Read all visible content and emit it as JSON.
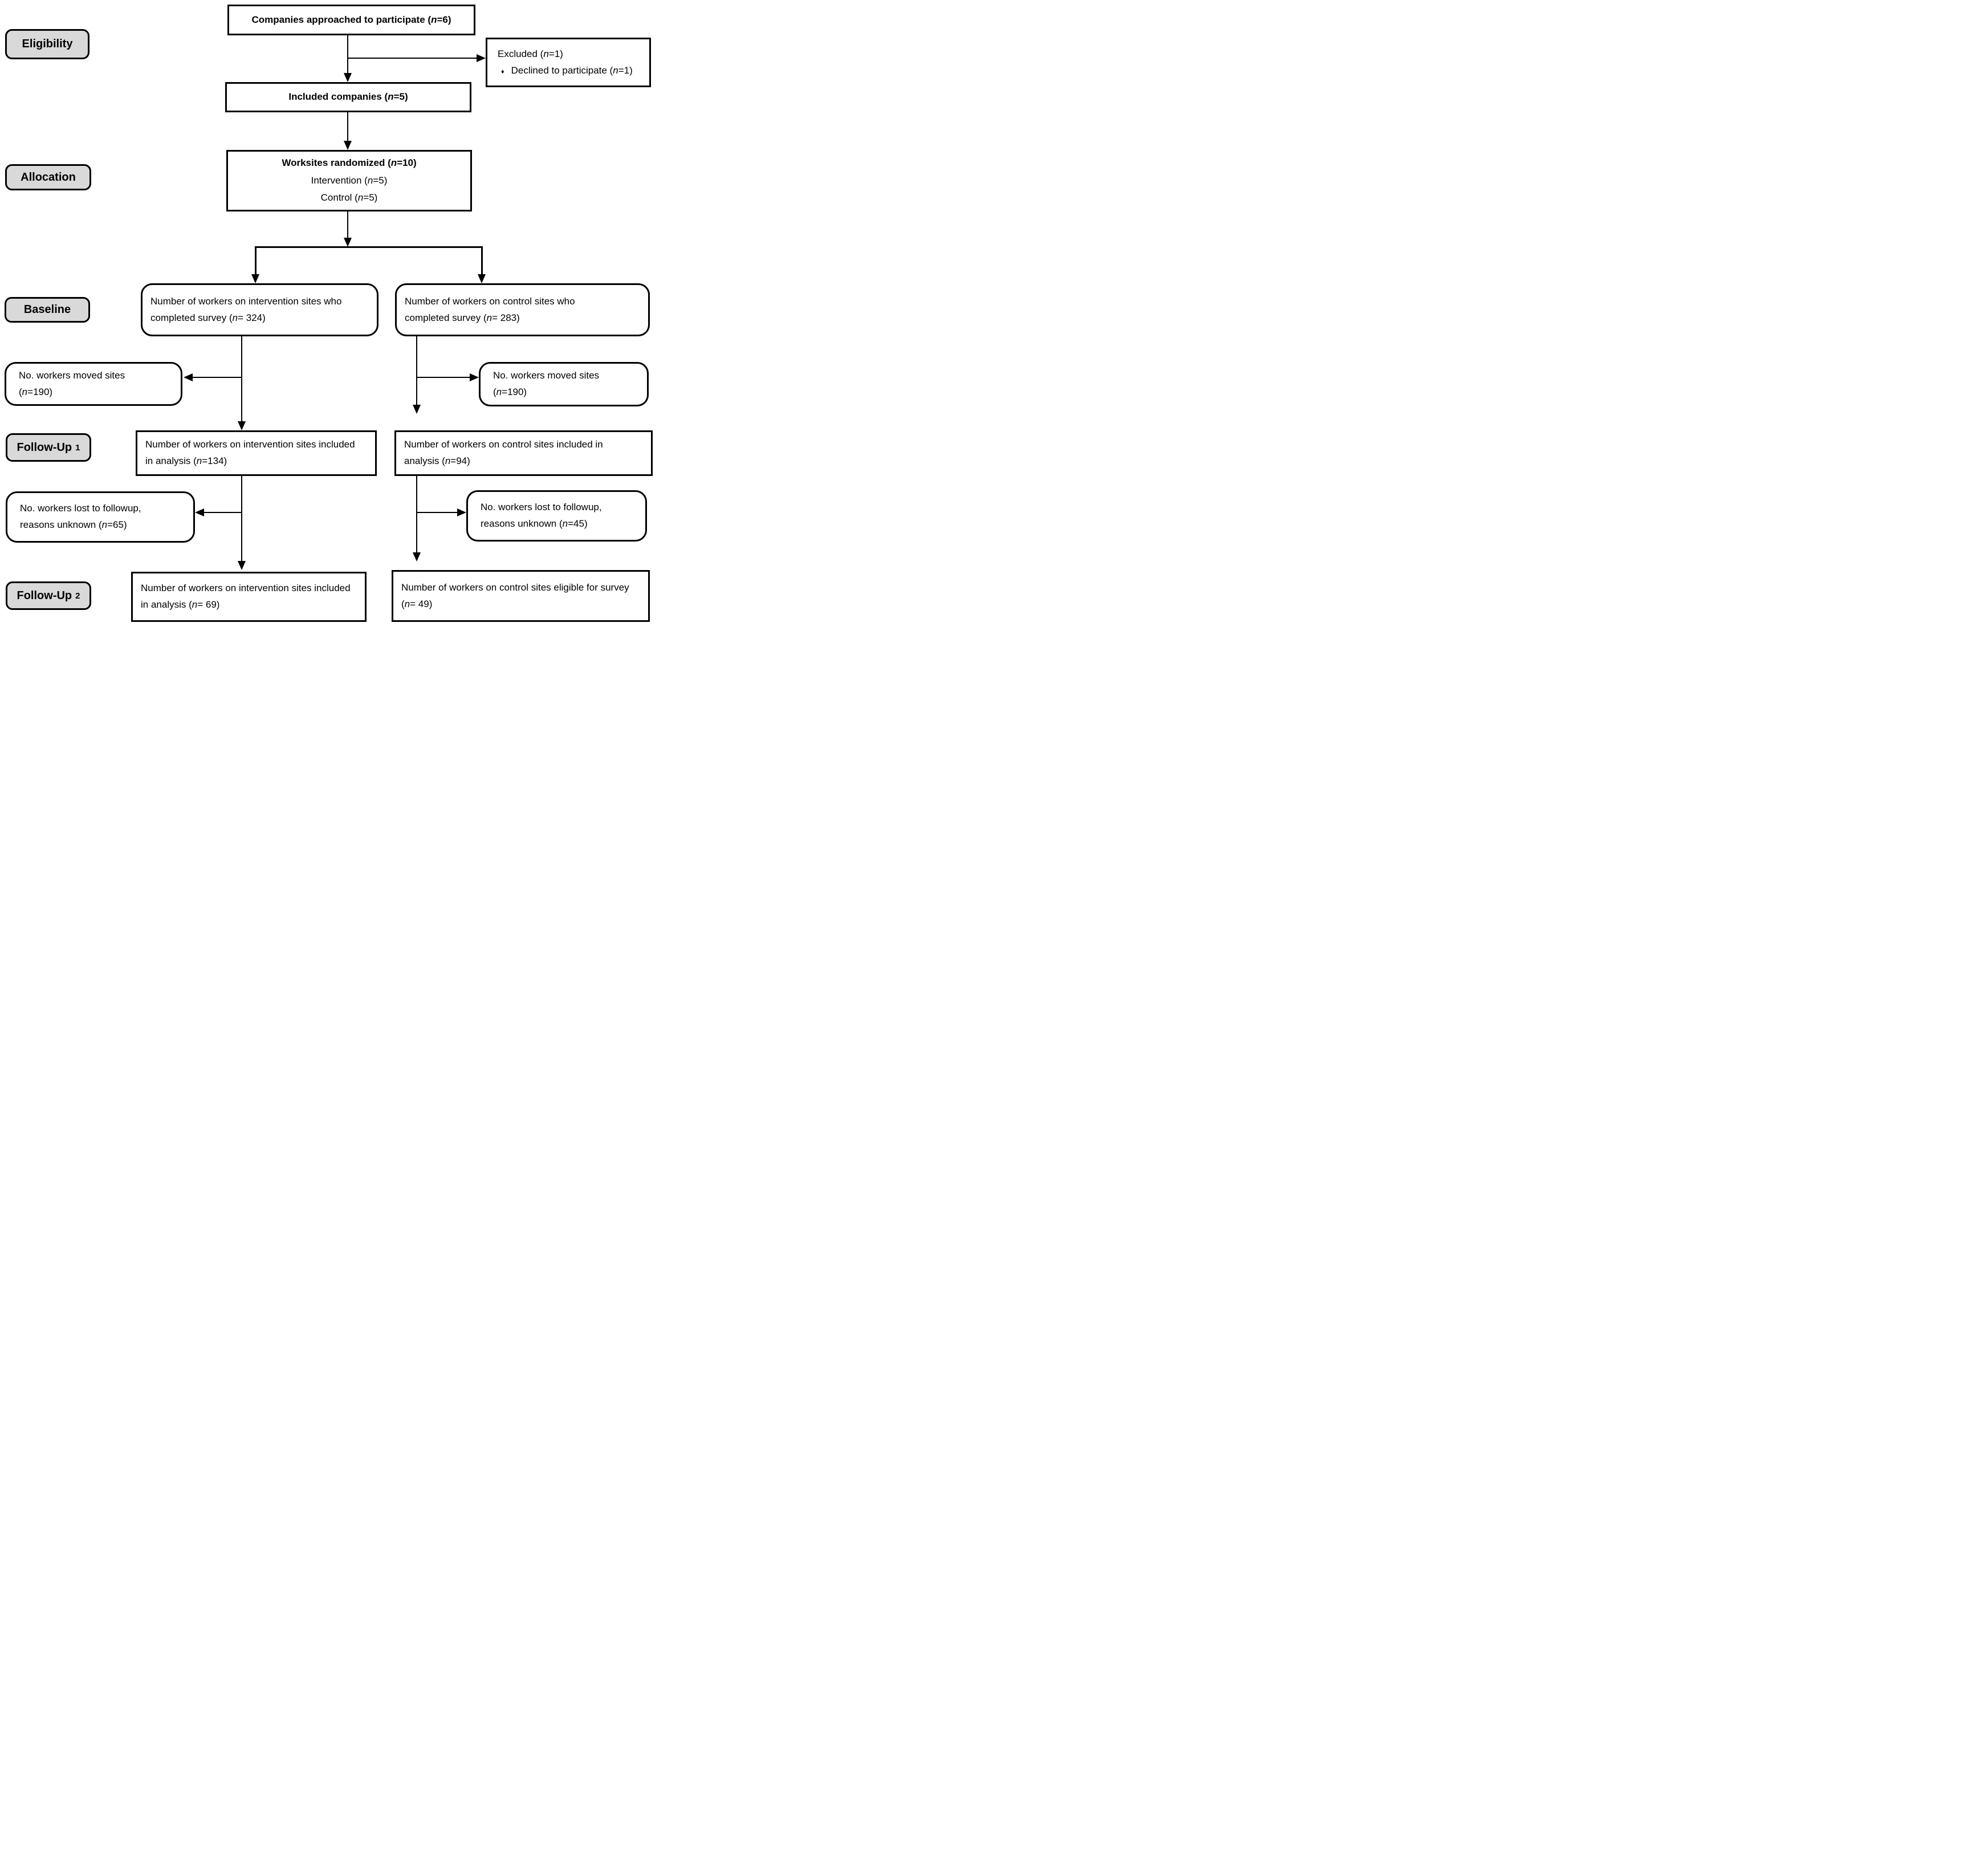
{
  "figure_type": "consort-flow-diagram",
  "colors": {
    "background": "#ffffff",
    "box_fill": "#ffffff",
    "box_border": "#000000",
    "stage_label_fill": "#d9d9d9",
    "text": "#000000"
  },
  "stages": {
    "eligibility": {
      "text": "Eligibility"
    },
    "allocation": {
      "text": "Allocation"
    },
    "baseline": {
      "text": "Baseline"
    },
    "followup1": {
      "text": "Follow-Up",
      "num": "1"
    },
    "followup2": {
      "text": "Follow-Up",
      "num": "2"
    }
  },
  "nodes": {
    "approached": {
      "pre": "Companies approached to participate (",
      "n": "n",
      "post": "=6)"
    },
    "excluded": {
      "title": {
        "pre": "Excluded (",
        "n": "n",
        "post": "=1)"
      },
      "item": {
        "bullet": "♦",
        "pre": "Declined to participate (",
        "n": "n",
        "post": "=1)"
      }
    },
    "included": {
      "pre": "Included companies (",
      "n": "n",
      "post": "=5)"
    },
    "randomized": {
      "title": {
        "pre": "Worksites randomized (",
        "n": "n",
        "post": "=10)"
      },
      "line2": {
        "pre": "Intervention (",
        "n": "n",
        "post": "=5)"
      },
      "line3": {
        "pre": "Control (",
        "n": "n",
        "post": "=5)"
      }
    },
    "baseline_intervention": {
      "pre": "Number of workers on intervention sites who completed survey (",
      "n": "n",
      "post": "= 324)"
    },
    "baseline_control": {
      "pre": "Number of workers on control sites who completed survey (",
      "n": "n",
      "post": "= 283)"
    },
    "moved_intervention": {
      "pre": "No. workers moved sites (",
      "n": "n",
      "post": "=190)"
    },
    "moved_control": {
      "pre": "No. workers moved sites (",
      "n": "n",
      "post": "=190)"
    },
    "fu1_intervention": {
      "pre": "Number of workers on intervention sites included in analysis (",
      "n": "n",
      "post": "=134)"
    },
    "fu1_control": {
      "pre": "Number of workers on control sites included in analysis (",
      "n": "n",
      "post": "=94)"
    },
    "lost_intervention": {
      "pre": "No. workers lost to followup, reasons unknown (",
      "n": "n",
      "post": "=65)"
    },
    "lost_control": {
      "pre": "No. workers lost to followup, reasons unknown (",
      "n": "n",
      "post": "=45)"
    },
    "fu2_intervention": {
      "pre": "Number of workers on intervention sites included in analysis (",
      "n": "n",
      "post": "= 69)"
    },
    "fu2_control": {
      "pre": "Number of workers on control sites eligible for survey (",
      "n": "n",
      "post": "= 49)"
    }
  }
}
